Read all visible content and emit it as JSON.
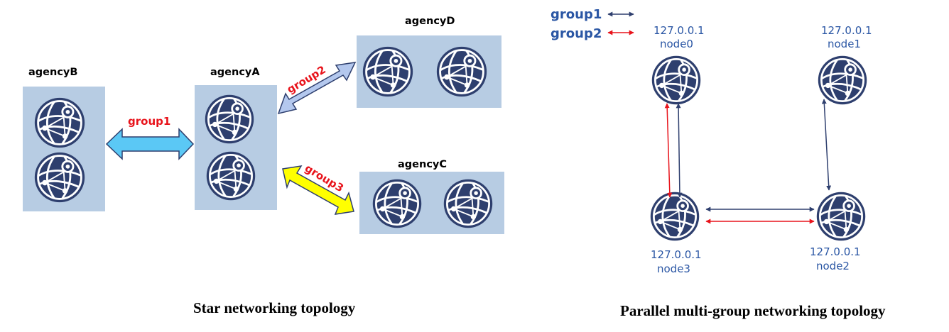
{
  "star": {
    "agencies": {
      "agencyB": "agencyB",
      "agencyA": "agencyA",
      "agencyD": "agencyD",
      "agencyC": "agencyC"
    },
    "links": {
      "group1": "group1",
      "group2": "group2",
      "group3": "group3"
    },
    "caption": "Star networking topology"
  },
  "parallel": {
    "legend": {
      "group1": "group1",
      "group2": "group2"
    },
    "nodes": {
      "node0": {
        "ip": "127.0.0.1",
        "name": "node0"
      },
      "node1": {
        "ip": "127.0.0.1",
        "name": "node1"
      },
      "node2": {
        "ip": "127.0.0.1",
        "name": "node2"
      },
      "node3": {
        "ip": "127.0.0.1",
        "name": "node3"
      }
    },
    "caption": "Parallel multi-group networking topology"
  },
  "colors": {
    "agency_box": "#b7cce3",
    "node_dark": "#2e3f6e",
    "group1_arrow_star": "#5bc8f5",
    "group2_arrow_star": "#b4c8ee",
    "group3_arrow_star": "#ffff00",
    "group1_line": "#2e3f6e",
    "group2_line": "#e8131b",
    "label_blue": "#2a56a4",
    "label_red": "#e8131b"
  },
  "icons": {
    "node": "globe-network-icon"
  }
}
